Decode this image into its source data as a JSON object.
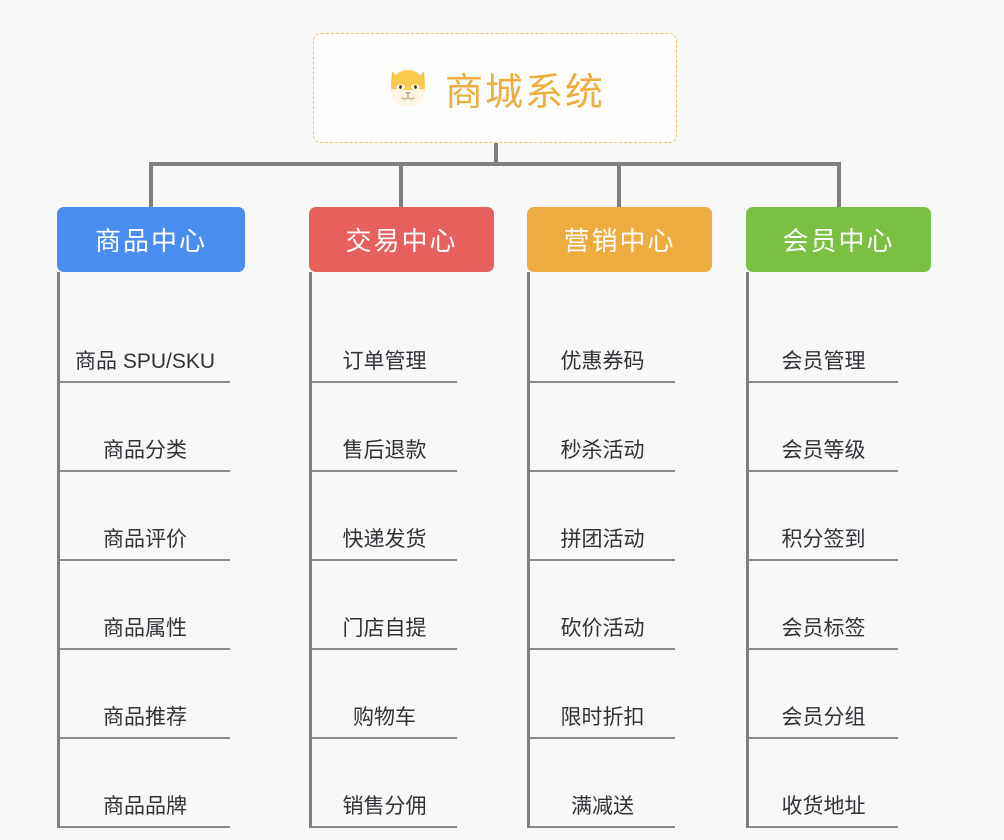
{
  "diagram": {
    "title": "商城系统",
    "icon": "shiba-dog-face-icon",
    "root_accent_color": "#eeae3f",
    "root_border_color": "#f0c068",
    "background_color": "#f8f8f8",
    "connector_color": "#808080",
    "columns": [
      {
        "label": "商品中心",
        "color": "#4a8df0",
        "items": [
          "商品 SPU/SKU",
          "商品分类",
          "商品评价",
          "商品属性",
          "商品推荐",
          "商品品牌"
        ]
      },
      {
        "label": "交易中心",
        "color": "#e8605b",
        "items": [
          "订单管理",
          "售后退款",
          "快递发货",
          "门店自提",
          "购物车",
          "销售分佣"
        ]
      },
      {
        "label": "营销中心",
        "color": "#eeab40",
        "items": [
          "优惠券码",
          "秒杀活动",
          "拼团活动",
          "砍价活动",
          "限时折扣",
          "满减送"
        ]
      },
      {
        "label": "会员中心",
        "color": "#7ac143",
        "items": [
          "会员管理",
          "会员等级",
          "积分签到",
          "会员标签",
          "会员分组",
          "收货地址"
        ]
      }
    ]
  }
}
